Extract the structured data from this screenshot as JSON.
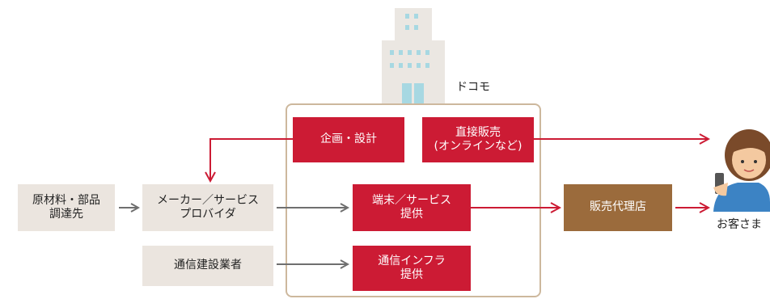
{
  "docomo_label": "ドコモ",
  "customer_label": "お客さま",
  "boxes": {
    "raw_materials": "原材料・部品\n調達先",
    "maker": "メーカー／サービス\nプロバイダ",
    "construction": "通信建設業者",
    "planning": "企画・設計",
    "direct_sales": "直接販売\n(オンラインなど)",
    "device_service": "端末／サービス\n提供",
    "infra": "通信インフラ\n提供",
    "agency": "販売代理店"
  },
  "colors": {
    "red": "#cc1b34",
    "grey_arrow": "#6f6f6f",
    "beige_box": "#ebe5df",
    "brown_box": "#9b6b3c",
    "frame": "#cdb89d"
  },
  "icons": [
    "building-icon",
    "customer-with-phone-icon"
  ]
}
